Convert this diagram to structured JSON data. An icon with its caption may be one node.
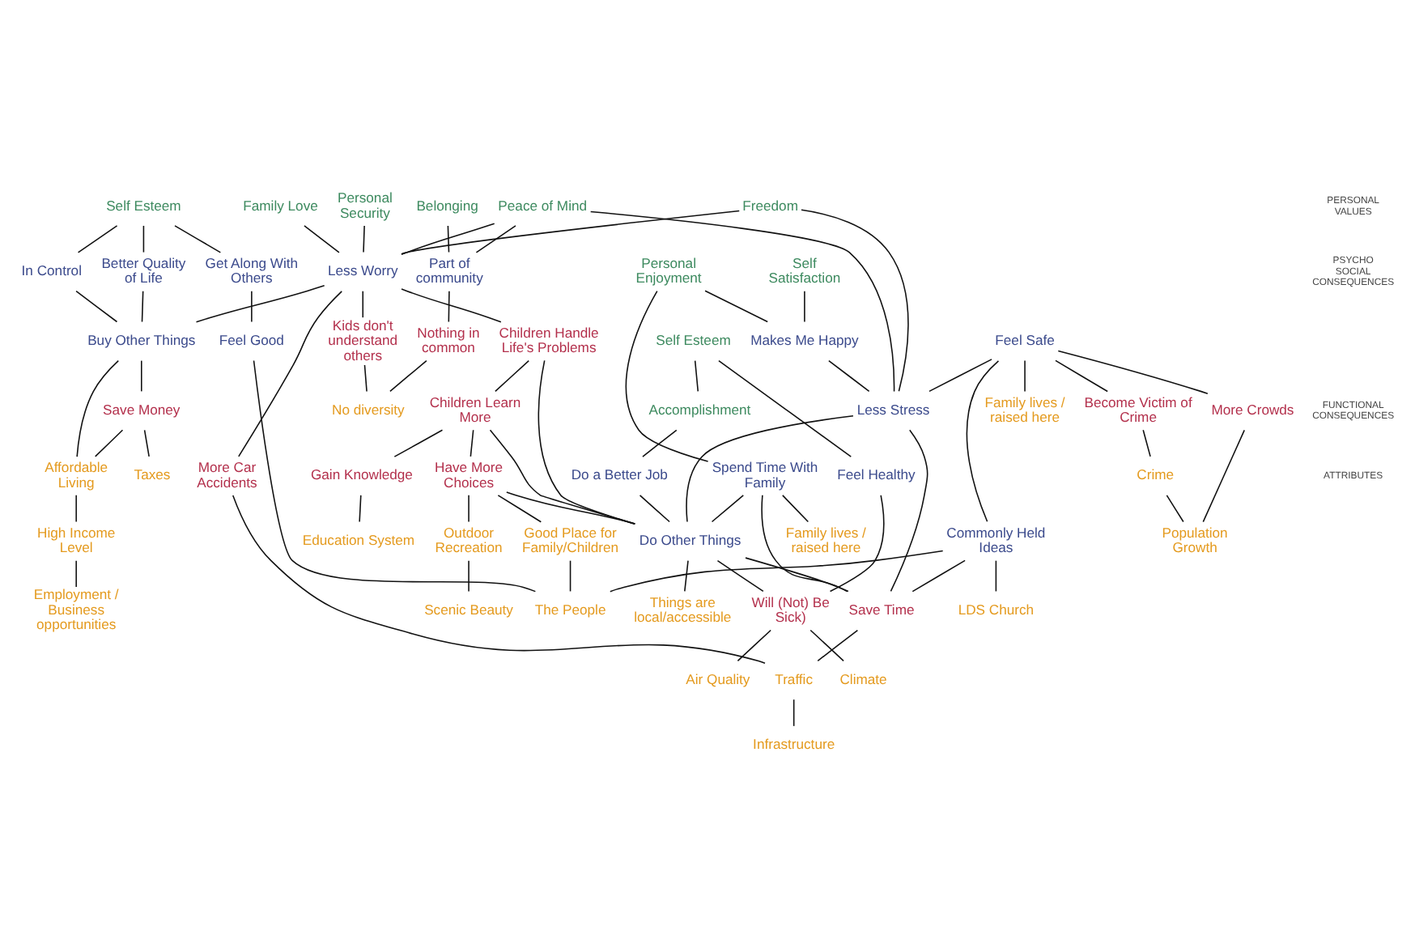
{
  "diagram": {
    "nodes": [
      {
        "text": [
          "Peace of Mind"
        ]
      },
      {
        "text": [
          "Self Esteem"
        ]
      },
      {
        "text": [
          "Belonging"
        ]
      },
      {
        "text": [
          "Family Love"
        ]
      },
      {
        "text": [
          "Personal Security"
        ]
      },
      {
        "text": [
          "Personal Enjoyment"
        ]
      },
      {
        "text": [
          "Self Esteem"
        ]
      },
      {
        "text": [
          "Self Satisfaction"
        ]
      },
      {
        "text": [
          "Freedom"
        ]
      },
      {
        "text": [
          "Accomplishment"
        ]
      },
      {
        "text": [
          "Get Along With Others"
        ]
      },
      {
        "text": [
          "Part of community"
        ]
      },
      {
        "text": [
          "Makes Me Happy"
        ]
      },
      {
        "text": [
          "Better Quality of Life"
        ]
      },
      {
        "text": [
          "Less Worry"
        ]
      },
      {
        "text": [
          "Less Stress"
        ]
      },
      {
        "text": [
          "Do a Better Job"
        ]
      },
      {
        "text": [
          "Feel Healthy"
        ]
      },
      {
        "text": [
          "In Control"
        ]
      },
      {
        "text": [
          "Feel Good"
        ]
      },
      {
        "text": [
          "Feel Safe"
        ]
      },
      {
        "text": [
          "Spend Time With Family"
        ]
      },
      {
        "text": [
          "Buy Other Things"
        ]
      },
      {
        "text": [
          "Commonly Held Ideas"
        ]
      },
      {
        "text": [
          "Do Other Things"
        ]
      },
      {
        "text": [
          "Become Victim of Crime"
        ]
      },
      {
        "text": [
          "Children Handle Life's Problems"
        ]
      },
      {
        "text": [
          "Save Time"
        ]
      },
      {
        "text": [
          "Nothing in common"
        ]
      },
      {
        "text": [
          "Save Money"
        ]
      },
      {
        "text": [
          "More Crowds"
        ]
      },
      {
        "text": [
          "Will (Not) Be Sick)"
        ]
      },
      {
        "text": [
          "Kids don't understand others"
        ]
      },
      {
        "text": [
          "Children Learn More"
        ]
      },
      {
        "text": [
          "More Car Accidents"
        ]
      },
      {
        "text": [
          "Gain Knowledge"
        ]
      },
      {
        "text": [
          "Have More Choices"
        ]
      },
      {
        "text": [
          "Affordable Living"
        ]
      },
      {
        "text": [
          "No diversity"
        ]
      },
      {
        "text": [
          "Crime"
        ]
      },
      {
        "text": [
          "Family lives / raised here"
        ]
      },
      {
        "text": [
          "Education System"
        ]
      },
      {
        "text": [
          "Family lives / raised here"
        ]
      },
      {
        "text": [
          "Climate"
        ]
      },
      {
        "text": [
          "Air Quality"
        ]
      },
      {
        "text": [
          "High Income Level"
        ]
      },
      {
        "text": [
          "Taxes"
        ]
      },
      {
        "text": [
          "Population Growth"
        ]
      },
      {
        "text": [
          "LDS Church"
        ]
      },
      {
        "text": [
          "Outdoor Recreation"
        ]
      },
      {
        "text": [
          "Good Place for Family/Children"
        ]
      },
      {
        "text": [
          "Traffic"
        ]
      },
      {
        "text": [
          "Things are local/accessible"
        ]
      },
      {
        "text": [
          "Employment / Business opportunities"
        ]
      },
      {
        "text": [
          "The People"
        ]
      },
      {
        "text": [
          "Scenic Beauty"
        ]
      },
      {
        "text": [
          "Infrastructure"
        ]
      }
    ],
    "edges": [
      {
        "from": 1,
        "to": 10,
        "arrow": "none"
      },
      {
        "from": 1,
        "to": 18,
        "arrow": "none"
      },
      {
        "from": 1,
        "to": 13,
        "arrow": "none"
      },
      {
        "from": 2,
        "to": 11,
        "arrow": "none"
      },
      {
        "from": 0,
        "to": 11,
        "arrow": "none"
      },
      {
        "from": 0,
        "to": 14,
        "arrow": "none"
      },
      {
        "from": 3,
        "to": 14,
        "arrow": "none"
      },
      {
        "from": 4,
        "to": 14,
        "arrow": "none"
      },
      {
        "from": 8,
        "to": 14,
        "arrow": "none"
      },
      {
        "from": 8,
        "to": 15,
        "arrow": "none"
      },
      {
        "from": 0,
        "to": 15,
        "arrow": "none"
      },
      {
        "from": 5,
        "to": 12,
        "arrow": "none"
      },
      {
        "from": 5,
        "to": 21,
        "arrow": "none"
      },
      {
        "from": 7,
        "to": 12,
        "arrow": "none"
      },
      {
        "from": 12,
        "to": 15,
        "arrow": "none"
      },
      {
        "from": 6,
        "to": 9,
        "arrow": "none"
      },
      {
        "from": 9,
        "to": 16,
        "arrow": "none"
      },
      {
        "from": 6,
        "to": 17,
        "arrow": "none"
      },
      {
        "from": 17,
        "to": 31,
        "arrow": "none"
      },
      {
        "from": 15,
        "to": 24,
        "arrow": "none"
      },
      {
        "from": 15,
        "to": 27,
        "arrow": "none"
      },
      {
        "from": 16,
        "to": 24,
        "arrow": "none"
      },
      {
        "from": 21,
        "to": 24,
        "arrow": "none"
      },
      {
        "from": 10,
        "to": 19,
        "arrow": "none"
      },
      {
        "from": 19,
        "to": 54,
        "arrow": "none"
      },
      {
        "from": 18,
        "to": 22,
        "arrow": "none"
      },
      {
        "from": 13,
        "to": 22,
        "arrow": "none"
      },
      {
        "from": 14,
        "to": 22,
        "arrow": "none"
      },
      {
        "from": 22,
        "to": 37,
        "arrow": "none"
      },
      {
        "from": 22,
        "to": 29,
        "arrow": "none"
      },
      {
        "from": 11,
        "to": 28,
        "arrow": "none"
      },
      {
        "from": 20,
        "to": 15,
        "arrow": "none"
      },
      {
        "from": 20,
        "to": 25,
        "arrow": "none"
      },
      {
        "from": 20,
        "to": 30,
        "arrow": "none"
      },
      {
        "from": 20,
        "to": 40,
        "arrow": "none"
      },
      {
        "from": 20,
        "to": 23,
        "arrow": "none"
      },
      {
        "from": 14,
        "to": 32,
        "arrow": "none"
      },
      {
        "from": 14,
        "to": 34,
        "arrow": "none"
      },
      {
        "from": 14,
        "to": 26,
        "arrow": "none"
      },
      {
        "from": 23,
        "to": 54,
        "arrow": "none"
      },
      {
        "from": 23,
        "to": 48,
        "arrow": "none"
      },
      {
        "from": 23,
        "to": 27,
        "arrow": "none"
      },
      {
        "from": 26,
        "to": 33,
        "arrow": "none"
      },
      {
        "from": 26,
        "to": 24,
        "arrow": "none"
      },
      {
        "from": 33,
        "to": 24,
        "arrow": "none"
      },
      {
        "from": 33,
        "to": 35,
        "arrow": "none"
      },
      {
        "from": 33,
        "to": 36,
        "arrow": "none"
      },
      {
        "from": 36,
        "to": 24,
        "arrow": "none"
      },
      {
        "from": 35,
        "to": 41,
        "arrow": "none"
      },
      {
        "from": 36,
        "to": 50,
        "arrow": "none"
      },
      {
        "from": 36,
        "to": 49,
        "arrow": "none"
      },
      {
        "from": 49,
        "to": 55,
        "arrow": "none"
      },
      {
        "from": 50,
        "to": 54,
        "arrow": "none"
      },
      {
        "from": 21,
        "to": 42,
        "arrow": "none"
      },
      {
        "from": 21,
        "to": 27,
        "arrow": "none"
      },
      {
        "from": 24,
        "to": 27,
        "arrow": "none"
      },
      {
        "from": 24,
        "to": 31,
        "arrow": "none"
      },
      {
        "from": 24,
        "to": 52,
        "arrow": "none"
      },
      {
        "from": 27,
        "to": 51,
        "arrow": "none"
      },
      {
        "from": 34,
        "to": 51,
        "arrow": "none"
      },
      {
        "from": 51,
        "to": 56,
        "arrow": "none"
      },
      {
        "from": 31,
        "to": 43,
        "arrow": "none"
      },
      {
        "from": 31,
        "to": 44,
        "arrow": "none"
      },
      {
        "from": 37,
        "to": 45,
        "arrow": "none"
      },
      {
        "from": 29,
        "to": 37,
        "arrow": "none"
      },
      {
        "from": 29,
        "to": 46,
        "arrow": "none"
      },
      {
        "from": 28,
        "to": 38,
        "arrow": "none"
      },
      {
        "from": 32,
        "to": 38,
        "arrow": "none"
      },
      {
        "from": 25,
        "to": 39,
        "arrow": "none"
      },
      {
        "from": 39,
        "to": 47,
        "arrow": "none"
      },
      {
        "from": 30,
        "to": 47,
        "arrow": "none"
      },
      {
        "from": 45,
        "to": 53,
        "arrow": "none"
      }
    ],
    "labels": [
      "PERSONAL VALUES",
      "PSYCHO SOCIAL CONSEQUENCES",
      "FUNCTIONAL CONSEQUENCES",
      "ATTRIBUTES"
    ]
  }
}
